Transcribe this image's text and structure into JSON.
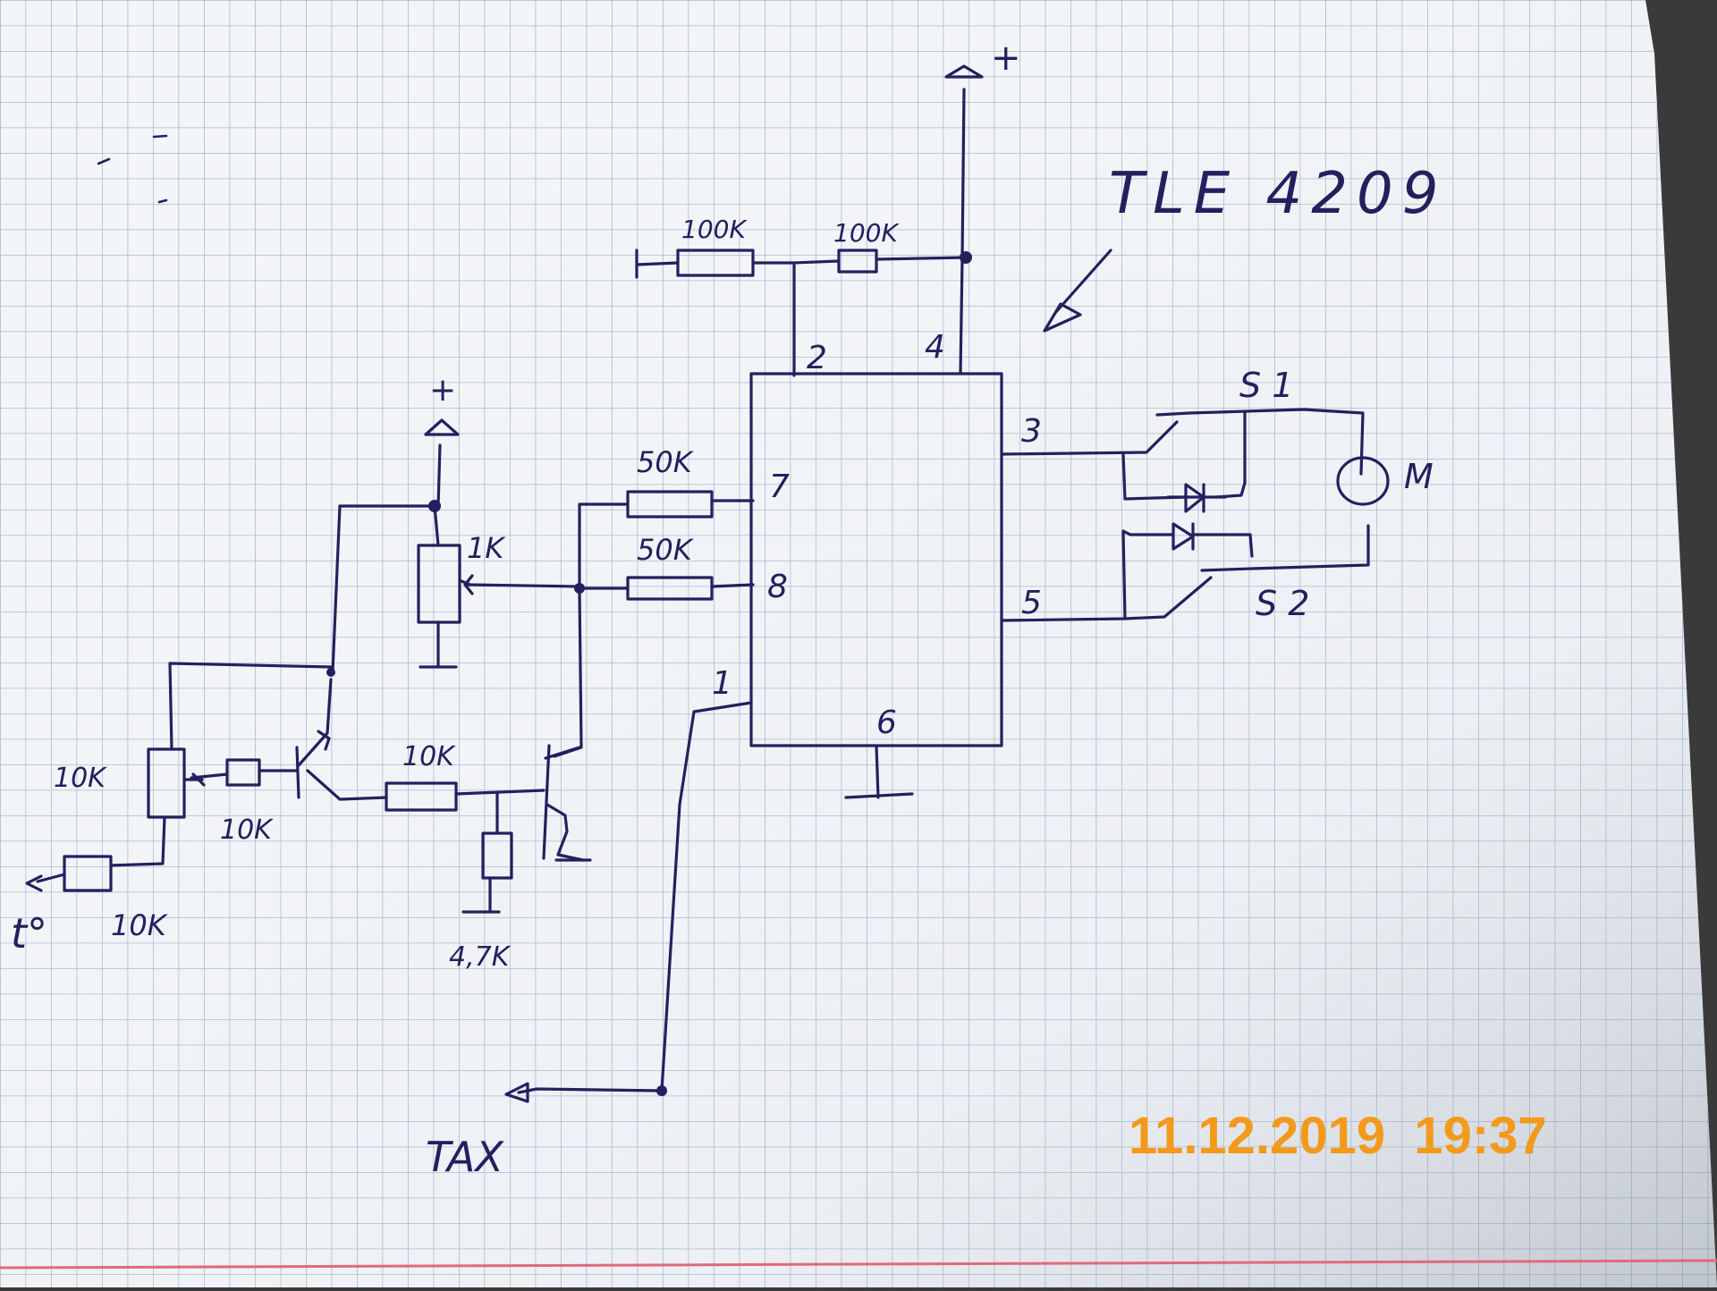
{
  "title": "TLE 4209",
  "pins": [
    "1",
    "2",
    "3",
    "4",
    "5",
    "6",
    "7",
    "8"
  ],
  "labels": {
    "plus_top": "+",
    "plus_mid": "+",
    "r_100k_a": "100K",
    "r_100k_b": "100K",
    "r_50k_a": "50K",
    "r_50k_b": "50K",
    "pot_1k": "1K",
    "r_10k_pot": "10K",
    "r_10k_base": "10K",
    "r_10k_mid": "10K",
    "r_10k_temp": "10K",
    "temp_sensor": "t°",
    "r_4_7k": "4,7K",
    "switch_s1": "S 1",
    "switch_s2": "S 2",
    "motor": "M",
    "tax": "TAX"
  },
  "timestamp": "11.12.2019  19:37",
  "colors": {
    "paper": "#f3f5f8",
    "grid": "#a9b8cc",
    "ink": "#24205e",
    "stamp": "#f39a1c",
    "margin_line": "#e06a7a"
  }
}
